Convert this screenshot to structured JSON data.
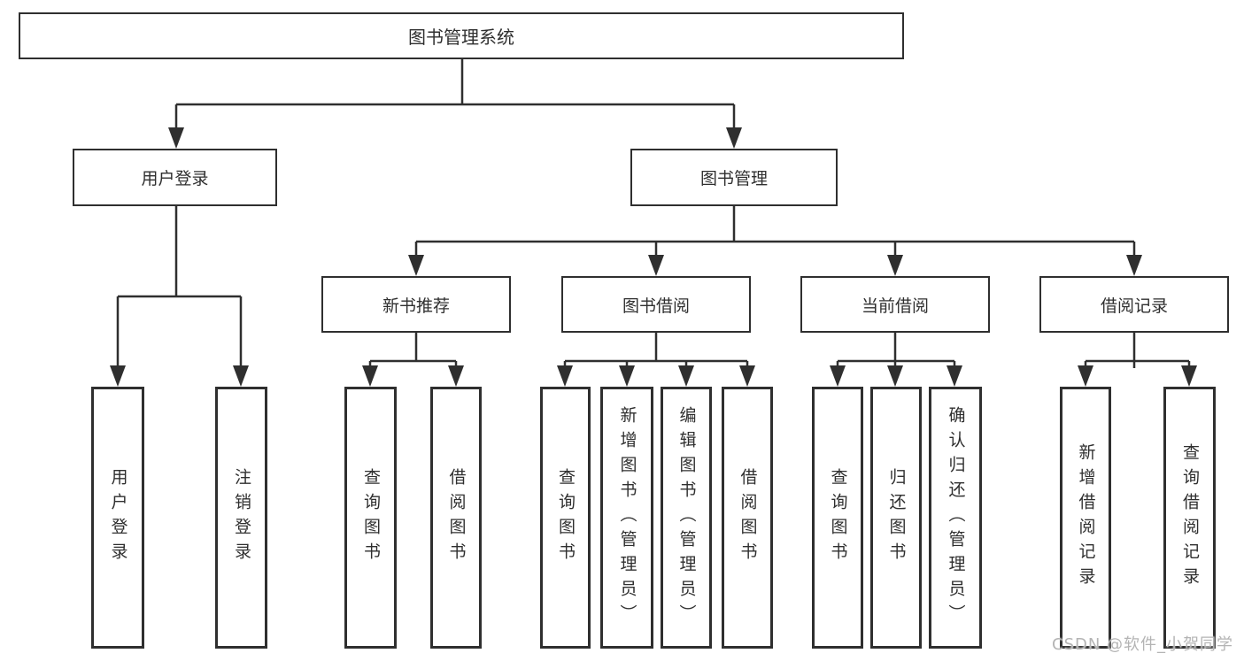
{
  "diagram": {
    "root": {
      "label": "图书管理系统"
    },
    "level2": {
      "user_login": {
        "label": "用户登录"
      },
      "book_mgmt": {
        "label": "图书管理"
      }
    },
    "level3": {
      "new_book": {
        "label": "新书推荐"
      },
      "book_borrow": {
        "label": "图书借阅"
      },
      "current_borrow": {
        "label": "当前借阅"
      },
      "borrow_record": {
        "label": "借阅记录"
      }
    },
    "leaves": {
      "user_login": [
        "用户登录",
        "注销登录"
      ],
      "new_book": [
        "查询图书",
        "借阅图书"
      ],
      "book_borrow": [
        "查询图书",
        "新增图书（管理员）",
        "编辑图书（管理员）",
        "借阅图书"
      ],
      "current_borrow": [
        "查询图书",
        "归还图书",
        "确认归还（管理员）"
      ],
      "borrow_record": [
        "新增借阅记录",
        "查询借阅记录"
      ]
    }
  },
  "watermark": {
    "text": "CSDN @软件_小贺同学"
  },
  "colors": {
    "line": "#2f2f2f",
    "text": "#2f2f2f",
    "box_background": "#ffffff",
    "watermark": "#b4b4b4",
    "background": "#ffffff"
  }
}
